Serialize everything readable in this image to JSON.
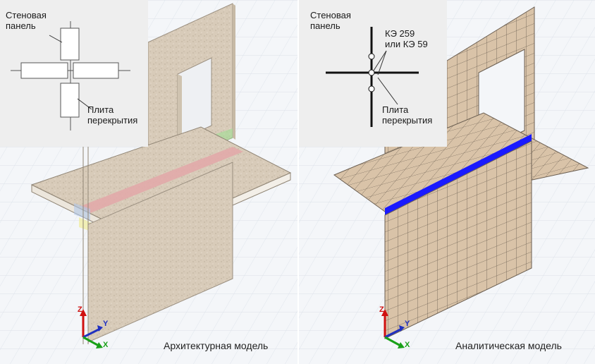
{
  "left_view": {
    "inset_labels": {
      "wall_panel": "Стеновая\nпанель",
      "floor_slab": "Плита\nперекрытия"
    },
    "caption": "Архитектурная модель",
    "axes": {
      "z": "Z",
      "y": "Y",
      "x": "X"
    }
  },
  "right_view": {
    "inset_labels": {
      "wall_panel": "Стеновая\nпанель",
      "fe_label": "КЭ 259\nили КЭ 59",
      "floor_slab": "Плита\nперекрытия"
    },
    "caption": "Аналитическая модель",
    "axes": {
      "z": "Z",
      "y": "Y",
      "x": "X"
    }
  },
  "colors": {
    "concrete": "#d8cbb9",
    "mesh_fill": "#d9c3a8",
    "mesh_line": "#6b5f52",
    "highlight_blue": "#1a1aff",
    "green_band": "#9be08f",
    "red_band": "#e3a8a8",
    "inset_bg": "#eeeeee",
    "axis_z": "#d01010",
    "axis_y": "#2030c0",
    "axis_x": "#18a018"
  }
}
